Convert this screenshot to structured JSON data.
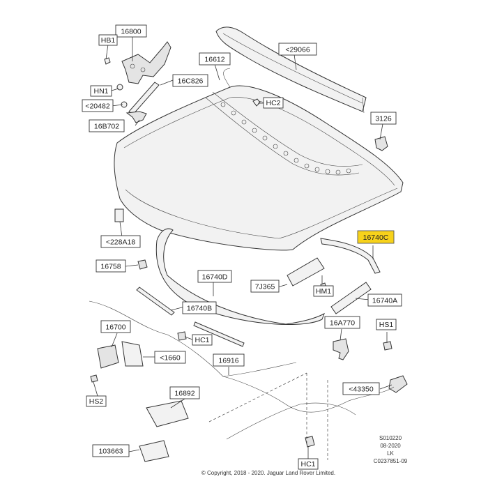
{
  "diagram": {
    "labels": {
      "l_16800": "16800",
      "l_hb1": "HB1",
      "l_16612": "16612",
      "l_29066": "<29066",
      "l_16c826": "16C826",
      "l_hn1": "HN1",
      "l_20482": "<20482",
      "l_hc2": "HC2",
      "l_16b702": "16B702",
      "l_3126": "3126",
      "l_228a18": "<228A18",
      "l_16740c": "16740C",
      "l_16758": "16758",
      "l_16740d": "16740D",
      "l_7j365": "7J365",
      "l_hm1": "HM1",
      "l_16740a": "16740A",
      "l_16740b": "16740B",
      "l_16700": "16700",
      "l_16a770": "16A770",
      "l_hs1": "HS1",
      "l_hc1_top": "HC1",
      "l_1660": "<1660",
      "l_16916": "16916",
      "l_hs2": "HS2",
      "l_43350": "<43350",
      "l_16892": "16892",
      "l_103663": "103663",
      "l_hc1_bottom": "HC1"
    },
    "highlight_color": "#f7d21b",
    "footer": {
      "ref_line1": "S010220",
      "ref_line2": "08-2020",
      "ref_line3": "LK",
      "ref_line4": "C0237851-09",
      "copyright": "© Copyright, 2018 - 2020. Jaguar Land Rover Limited."
    }
  }
}
